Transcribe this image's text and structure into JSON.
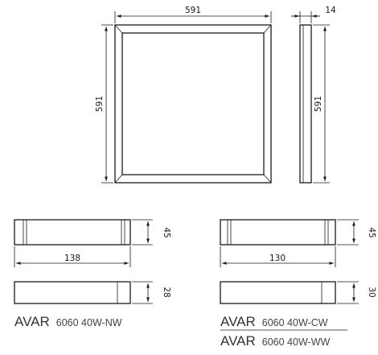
{
  "front_view": {
    "width_label": "591",
    "height_label": "591"
  },
  "side_view": {
    "depth_label": "14",
    "height_label": "591"
  },
  "profile_nw": {
    "height_label": "45",
    "width_label": "138"
  },
  "profile_nw_end": {
    "height_label": "28"
  },
  "profile_cw": {
    "height_label": "45",
    "width_label": "130"
  },
  "profile_cw_end": {
    "height_label": "30"
  },
  "product_names": {
    "nw": {
      "name": "AVAR",
      "code": "6060 40W-NW"
    },
    "cw": {
      "name": "AVAR",
      "code": "6060 40W-CW"
    },
    "ww": {
      "name": "AVAR",
      "code": "6060 40W-WW"
    }
  }
}
